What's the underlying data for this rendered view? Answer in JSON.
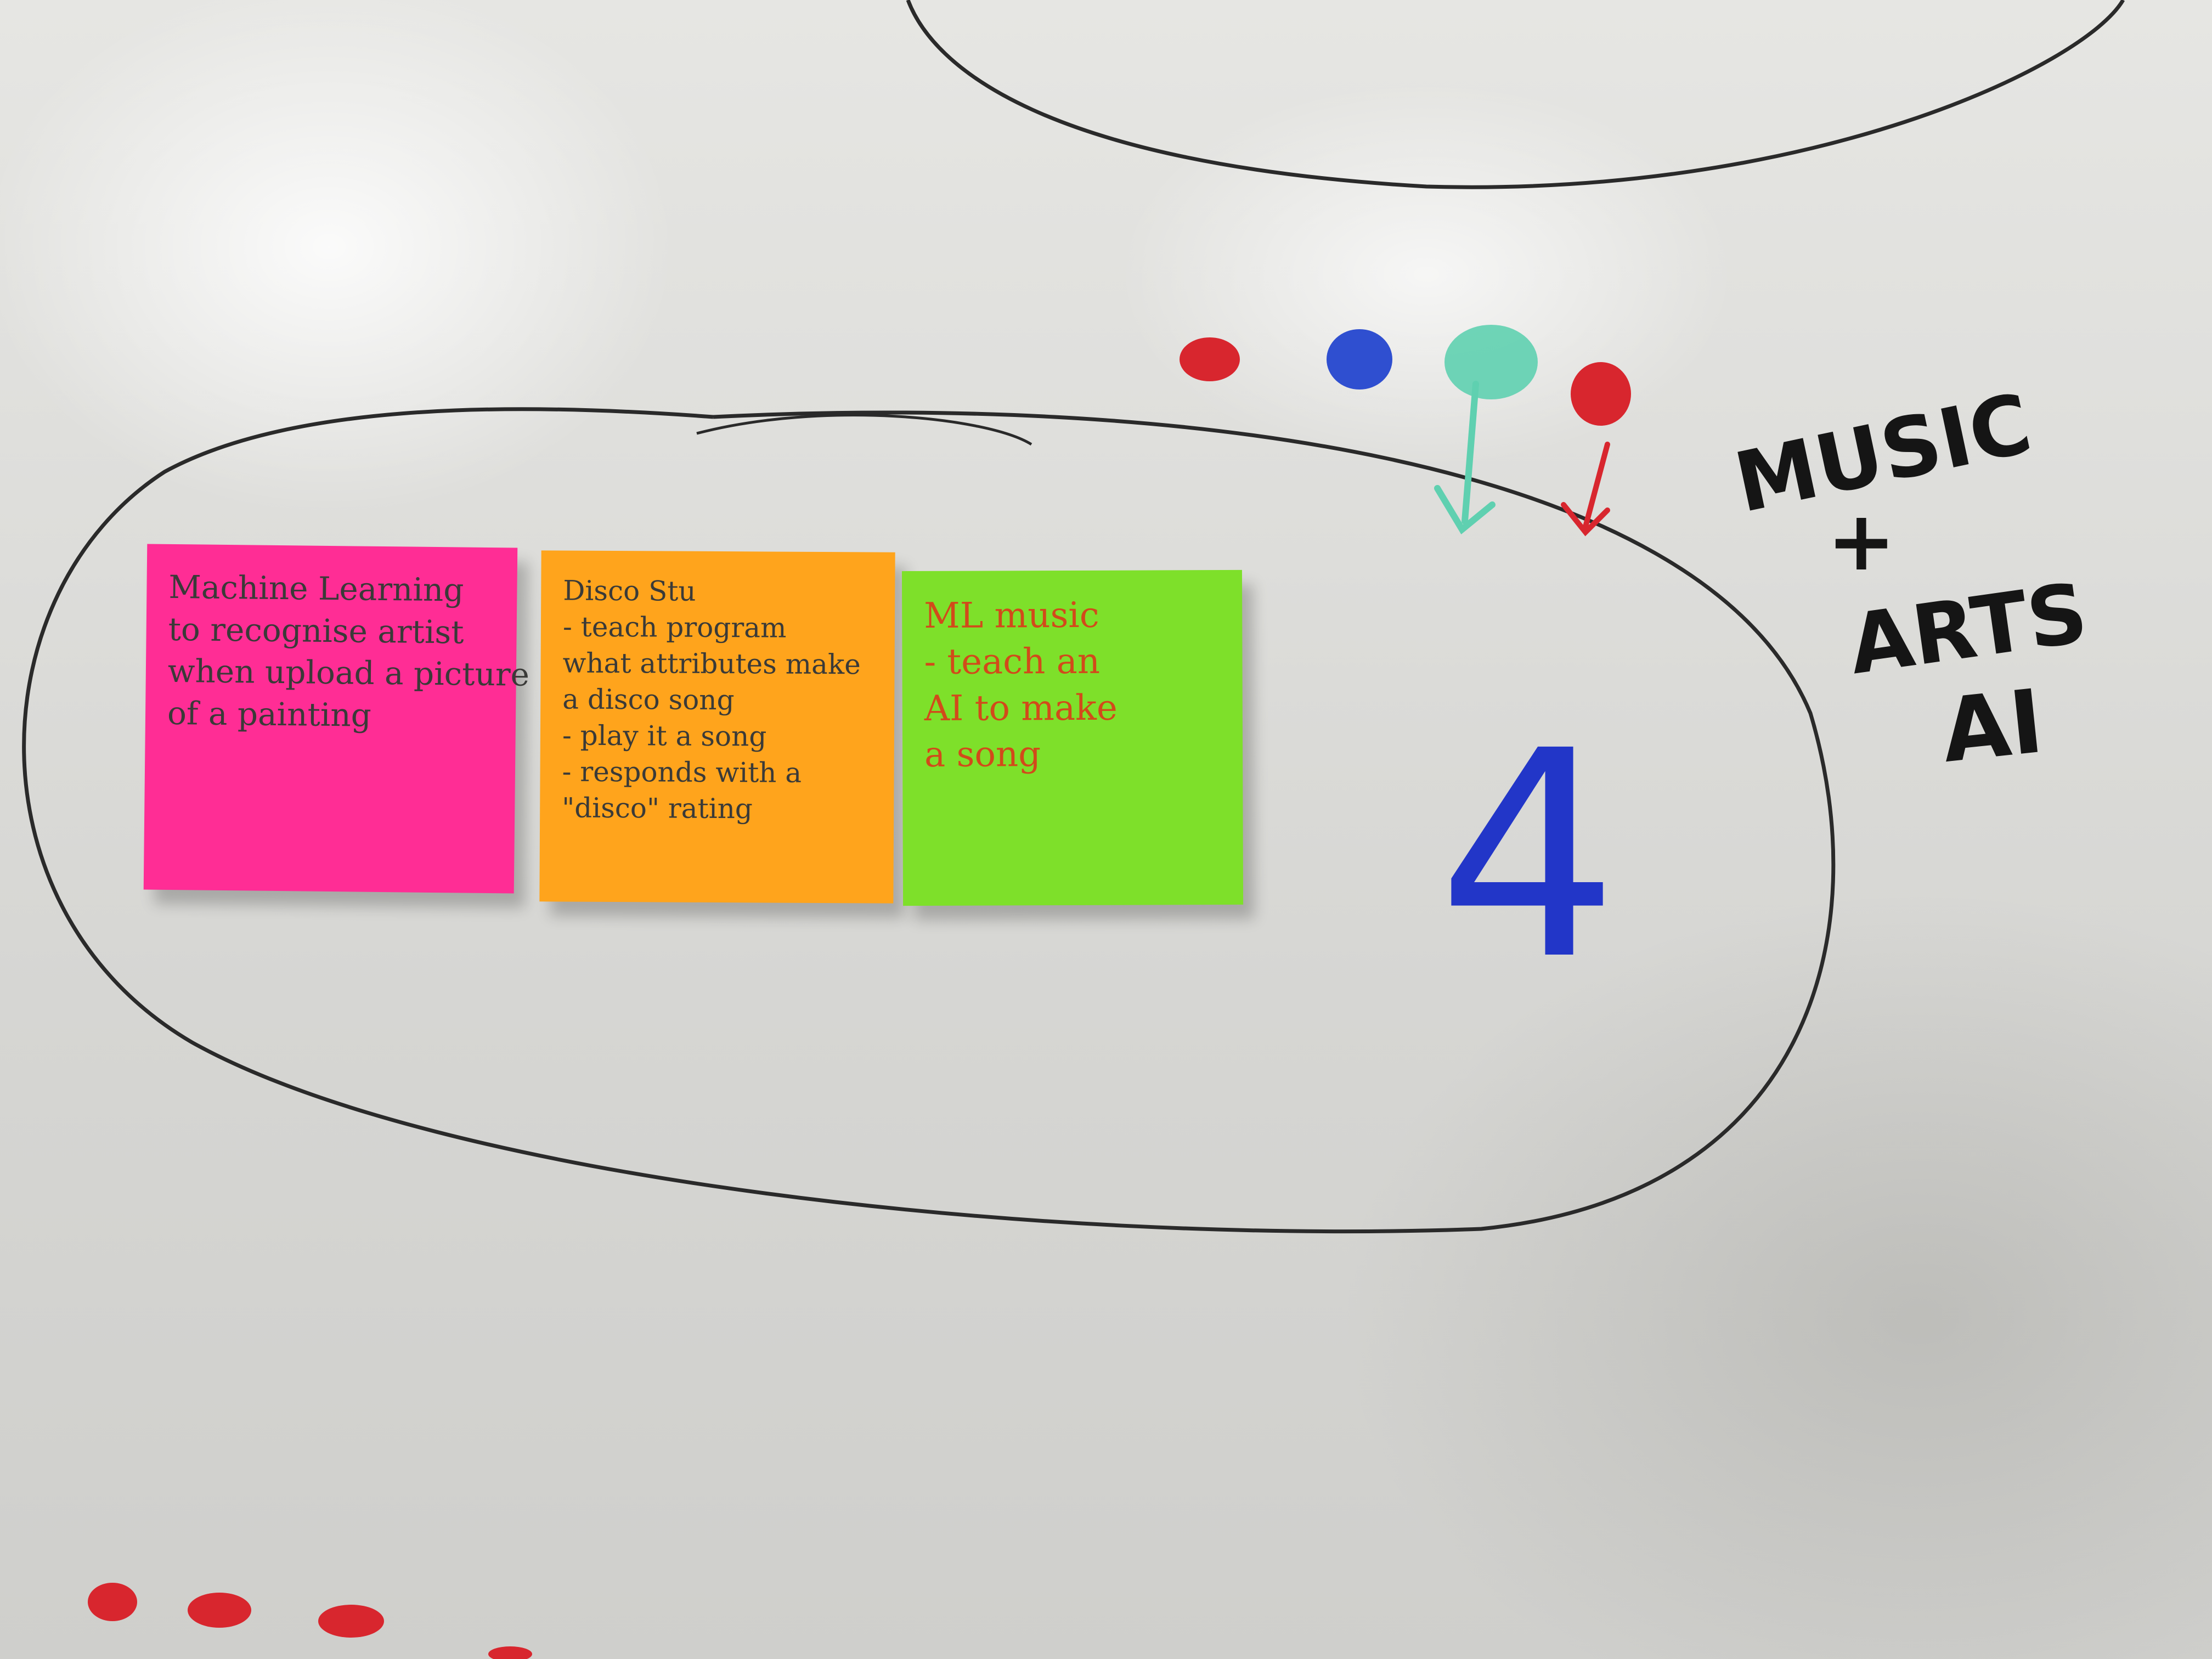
{
  "notes": {
    "pink": {
      "lines": [
        "Machine Learning",
        "to recognise artist",
        "when upload a picture",
        "of a painting"
      ]
    },
    "orange": {
      "lines": [
        "Disco Stu",
        "- teach program",
        "what attributes make",
        "a disco song",
        "- play it a song",
        "- responds with a",
        "\"disco\" rating"
      ]
    },
    "green": {
      "lines": [
        "ML music",
        "- teach an",
        "AI to make",
        "a song"
      ]
    }
  },
  "board": {
    "number": "4",
    "heading_lines": [
      "MUSIC",
      "+",
      "ARTS",
      "AI"
    ]
  },
  "colors": {
    "pink_note": "#ff2d95",
    "orange_note": "#ffa41c",
    "green_note": "#7ee02a",
    "marker_blue": "#2236c8",
    "marker_black": "#151515",
    "dot_red": "#d8262e",
    "dot_blue": "#2f4fd0",
    "dot_teal": "#5fd0b0"
  }
}
